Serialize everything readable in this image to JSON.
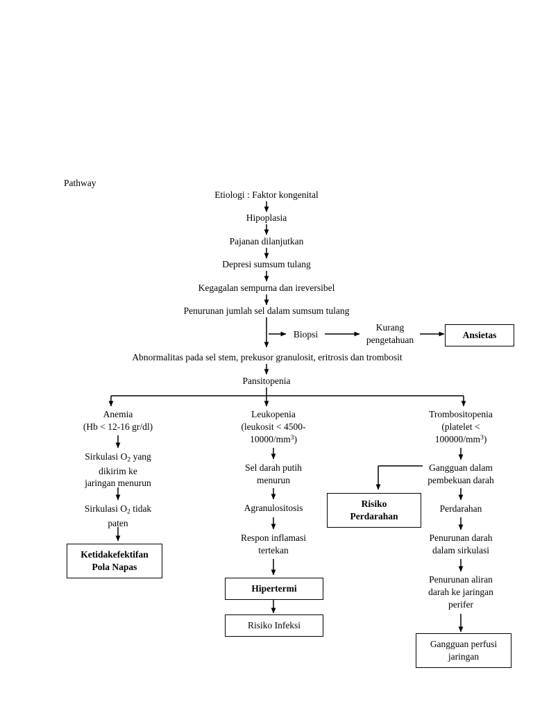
{
  "diagram": {
    "title": "Pathway",
    "type": "flowchart",
    "nodes": [
      {
        "id": "etiologi",
        "text": "Etiologi : Faktor kongenital",
        "style": "plain"
      },
      {
        "id": "hipoplasia",
        "text": "Hipoplasia",
        "style": "plain"
      },
      {
        "id": "pajanan",
        "text": "Pajanan dilanjutkan",
        "style": "plain"
      },
      {
        "id": "depresi",
        "text": "Depresi sumsum tulang",
        "style": "plain"
      },
      {
        "id": "kegagalan",
        "text": "Kegagalan sempurna dan ireversibel",
        "style": "plain"
      },
      {
        "id": "penurunan-sel",
        "text": "Penurunan jumlah sel dalam sumsum tulang",
        "style": "plain"
      },
      {
        "id": "biopsi",
        "text": "Biopsi",
        "style": "plain"
      },
      {
        "id": "kurang",
        "text": "Kurang\npengetahuan",
        "style": "plain"
      },
      {
        "id": "ansietas",
        "text": "Ansietas",
        "style": "boxed"
      },
      {
        "id": "abnormalitas",
        "text": "Abnormalitas pada sel stem, prekusor granulosit, eritrosis dan trombosit",
        "style": "plain"
      },
      {
        "id": "pansitopenia",
        "text": "Pansitopenia",
        "style": "plain"
      },
      {
        "id": "anemia",
        "text": "Anemia\n(Hb < 12-16 gr/dl)",
        "style": "plain"
      },
      {
        "id": "leukopenia",
        "text": "Leukopenia",
        "style": "plain"
      },
      {
        "id": "leukopenia2",
        "text": "(leukosit < 4500-",
        "style": "plain"
      },
      {
        "id": "leukopenia3",
        "text": "10000/mm",
        "style": "plain",
        "sup": "3"
      },
      {
        "id": "trombositopenia",
        "text": "Trombositopenia",
        "style": "plain"
      },
      {
        "id": "trombositopenia2",
        "text": "(platelet <",
        "style": "plain"
      },
      {
        "id": "trombositopenia3",
        "text": "100000/mm",
        "style": "plain",
        "sup": "3"
      },
      {
        "id": "sirkulasi1",
        "text": "Sirkulasi O",
        "sub": "2",
        "text2": " yang\ndikirim ke\njaringan menurun",
        "style": "plain"
      },
      {
        "id": "sirkulasi2",
        "text": "Sirkulasi O",
        "sub": "2",
        "text2": " tidak\npaten",
        "style": "plain"
      },
      {
        "id": "ketidakefektifan",
        "text": "Ketidakefektifan\nPola Napas",
        "style": "boxed"
      },
      {
        "id": "sel-darah",
        "text": "Sel darah putih\nmenurun",
        "style": "plain"
      },
      {
        "id": "agranulositosis",
        "text": "Agranulositosis",
        "style": "plain"
      },
      {
        "id": "respon",
        "text": "Respon inflamasi\ntertekan",
        "style": "plain"
      },
      {
        "id": "hipertermi",
        "text": "Hipertermi",
        "style": "boxed"
      },
      {
        "id": "risiko-infeksi",
        "text": "Risiko Infeksi",
        "style": "boxed-plain"
      },
      {
        "id": "gangguan-beku",
        "text": "Gangguan dalam\npembekuan darah",
        "style": "plain"
      },
      {
        "id": "risiko-perdarahan",
        "text": "Risiko\nPerdarahan",
        "style": "boxed"
      },
      {
        "id": "perdarahan",
        "text": "Perdarahan",
        "style": "plain"
      },
      {
        "id": "penurunan-darah",
        "text": "Penurunan darah\ndalam sirkulasi",
        "style": "plain"
      },
      {
        "id": "penurunan-aliran",
        "text": "Penurunan aliran\ndarah ke jaringan\nperifer",
        "style": "plain"
      },
      {
        "id": "gangguan-perfusi",
        "text": "Gangguan perfusi\njaringan",
        "style": "boxed-plain"
      }
    ]
  }
}
